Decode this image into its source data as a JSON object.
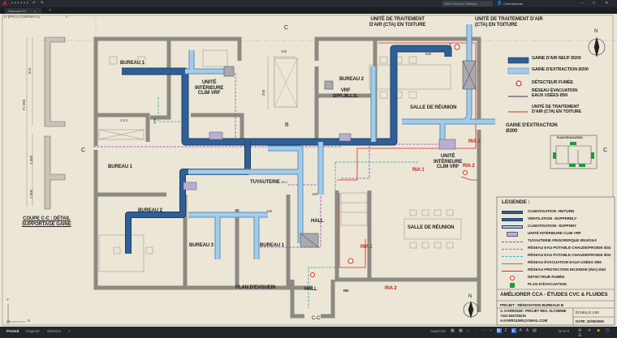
{
  "app": {
    "file_tab": "Canecon GT",
    "search_placeholder": "Filter Remove Settings",
    "user_label": "Communents",
    "new_tab": "+",
    "window_controls": [
      "–",
      "□",
      "✕"
    ]
  },
  "drawing": {
    "project_header": "(Y [PROJ.] COSERAYI U)",
    "rooms": {
      "bureau1_top": "BUREAU 1",
      "unit_left": "UNITÉ\nINTÉRIEURE\nCLIM VRF",
      "bureau1_mid": "BUREAU 1",
      "bureau2_left": "BUREAU 2",
      "tuyauterie": "TUYAUTERIE",
      "tuyauterie_dim": "Ø9.4",
      "bureau3": "BUREAU 3",
      "bureau1_low": "BUREAU 1",
      "plan_evguein": "PLAN D'EVGUEIN",
      "hall1": "HALL",
      "hall2": "HALL",
      "bureau2_right": "BUREAU 2",
      "vrf_label": "VRF\nDPF.JILL1L",
      "salle_reunion_top": "SALLE DE RÉUNION",
      "unit_right": "UNITÉ\nINTÉRIEURE\nCLIM VRF",
      "salle_reunion_low": "SALLE DE RÉUNION",
      "nn": "NN",
      "cta_top_1": "UNITÉ DE TRAITEMENT\nD'AIR (CTA) EN TOITURE",
      "cta_top_2": "UNITÉ DE TRAITEMENT D'AIR\n(CTA) EN TOITURE",
      "gaine_extraction": "GAINE D'EXTRACTION\nØ200",
      "coupe": "COUPE C-C : DÉTAIL\nSUPPORTAGE GAINE",
      "section_cc": "C-C"
    },
    "ria": [
      "RIA 1",
      "RIA 2",
      "RIA 1",
      "RIA 2",
      "RIA 2"
    ],
    "detector_tag": "2",
    "section_marks": [
      "C",
      "B",
      "C",
      "C"
    ],
    "dimensions": [
      "100",
      "200",
      "1.9:1",
      "190",
      "190",
      "500",
      "150",
      "810",
      "F1 000",
      "4 000",
      "2 000"
    ],
    "compass": "N",
    "axes": {
      "x": "X",
      "y": "Y"
    },
    "plan_evacuation_title": "PLAN D'ÉVACUATION",
    "top_legend": [
      {
        "label": "GAINE D'AIR NEUF Ø200",
        "color": "#2f5f97"
      },
      {
        "label": "GAINE D'EXTRACTION Ø200",
        "color": "#a3cbea"
      },
      {
        "label": "DÉTECTEUR FUMÉE",
        "color": "#d42a25"
      },
      {
        "label": "RÉSEAU ÉVACUATION\nEAUX USÉES Ø50",
        "color": "#8d8d8d"
      },
      {
        "label": "UNITÉ DE TRAITEMENT\nD'AIR (CTA) EN TOITURE",
        "color": "#d42a25"
      }
    ]
  },
  "legend": {
    "title": "LEGENDE :",
    "items": [
      {
        "label": "CLIMATISATION -RETURN",
        "kind": "duct",
        "color": "#2f5f97"
      },
      {
        "label": "VENTILATION -SUPPERELY",
        "kind": "duct",
        "color": "#2f5f97"
      },
      {
        "label": "CLIMATISATION -SUPPNRY",
        "kind": "duct",
        "color": "#a3cbea"
      },
      {
        "label": "UNITÉ INTÉRIEURE CLIM VRF",
        "kind": "unit",
        "color": "#b9aed0"
      },
      {
        "label": "TUYAUTERIE FRIGORIFIQUE Ø9.5/15.9",
        "kind": "dash",
        "color": "#9b3fb0"
      },
      {
        "label": "RÉSEAU EAU POTABLE CHAUDE/FROIDE Ø32",
        "kind": "dash",
        "color": "#2aa6a6"
      },
      {
        "label": "RÉSEAU EAU POTABLE CHAUDE/FROIDE Ø32",
        "kind": "dash",
        "color": "#2ab8c8"
      },
      {
        "label": "RÉSEAU ÉVACUATION EAUX USÉES Ø50",
        "kind": "line",
        "color": "#7a7a7a"
      },
      {
        "label": "RÉSEAU PROTECTION INCENDIE (RIA) Ø40",
        "kind": "line",
        "color": "#d42a25"
      },
      {
        "label": "DETECTEUR FUMÉE",
        "kind": "detector",
        "color": "#d42a25"
      },
      {
        "label": "PLAN D'ÉVACUATION",
        "kind": "exit",
        "color": "#1f9a3a"
      }
    ],
    "title_block": {
      "main": "AMÉLIORER CCA - ÉTUDES CVC & FLUIDES",
      "project": "PROJET : RÉNOVATION BUREAUX B",
      "author": "A. KARROUM - PROJET RES. ALYSMINE",
      "phone": "+212 643725215",
      "email": "A.KARROUMS@GMAIL.COM",
      "scale": "ÉCHELLE 1:50",
      "date": "DATE: 22/05/2026"
    }
  },
  "statusbar": {
    "layout_tabs": [
      "Ponted",
      "Pogect2",
      "Sheet13"
    ],
    "add_tab": "+",
    "app_label": "AutoCAD",
    "units": "Dr.m ▾"
  }
}
